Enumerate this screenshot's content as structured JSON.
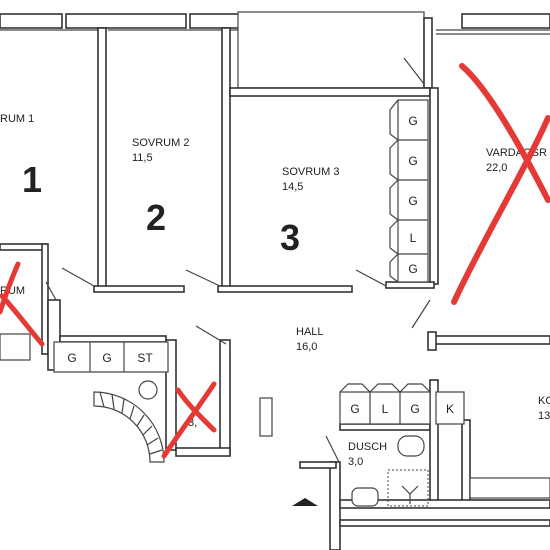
{
  "rooms": {
    "sovrum1": {
      "name": "RUM 1",
      "number": "1"
    },
    "sovrum2": {
      "name": "SOVRUM 2",
      "area": "11,5",
      "number": "2"
    },
    "sovrum3": {
      "name": "SOVRUM 3",
      "area": "14,5",
      "number": "3"
    },
    "vardagsrum": {
      "name": "VARDAGSR",
      "area": "22,0"
    },
    "rum_small": {
      "name": "RUM"
    },
    "hall": {
      "name": "HALL",
      "area": "16,0"
    },
    "dusch": {
      "name": "DUSCH",
      "area": "3,0"
    },
    "wc": {
      "area": "3,"
    },
    "kok": {
      "name": "KO",
      "area": "13"
    }
  },
  "storage": {
    "sovrum3": [
      "G",
      "G",
      "G",
      "L",
      "G"
    ],
    "hall_left": [
      "G",
      "G",
      "ST"
    ],
    "hall_right": [
      "G",
      "L",
      "G",
      "K"
    ]
  },
  "colors": {
    "wall": "#333333",
    "mark": "#e53935",
    "text": "#222222"
  }
}
